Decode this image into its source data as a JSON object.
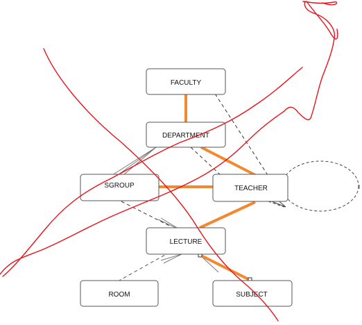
{
  "diagram": {
    "nodes": {
      "faculty": "FACULTY",
      "department": "DEPARTMENT",
      "sgroup": "SGROUP",
      "teacher": "TEACHER",
      "lecture": "LECTURE",
      "room": "ROOM",
      "subject": "SUBJECT"
    },
    "colors": {
      "node_stroke": "#555555",
      "node_fill": "#ffffff",
      "highlight_edge": "#f2892f",
      "annotation": "#e8121b",
      "dashed_edge": "#333333",
      "solid_edge": "#777777"
    }
  }
}
